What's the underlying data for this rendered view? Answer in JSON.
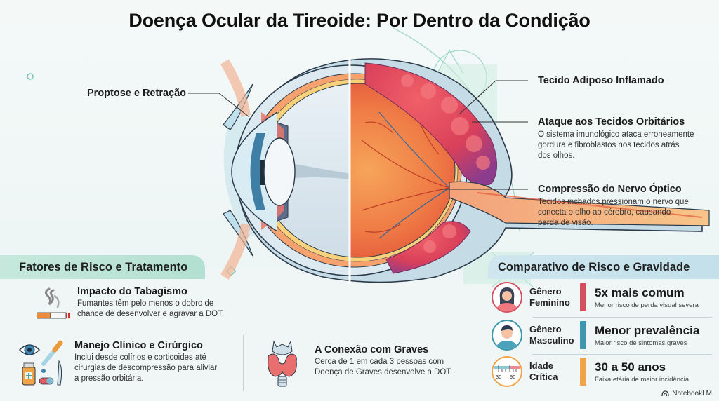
{
  "title": "Doença Ocular da Tireoide: Por Dentro da Condição",
  "diagram_labels": {
    "proptose": {
      "title": "Proptose e Retração"
    },
    "adipose": {
      "title": "Tecido Adiposo Inflamado"
    },
    "attack": {
      "title": "Ataque aos Tecidos Orbitários",
      "desc_lines": [
        "O sistema imunológico ataca erroneamente",
        "gordura e fibroblastos nos tecidos atrás",
        "dos olhos."
      ]
    },
    "nerve": {
      "title": "Compressão do Nervo Óptico",
      "desc_lines": [
        "Tecidos inchados pressionam o nervo que",
        "conecta o olho ao cérebro, causando",
        "perda de visão."
      ]
    }
  },
  "left_panel": {
    "heading": "Fatores de Risco e Tratamento",
    "items": [
      {
        "icon": "cigarette-icon",
        "title": "Impacto do Tabagismo",
        "desc_lines": [
          "Fumantes têm pelo menos o dobro de",
          "chance de desenvolver e agravar a DOT."
        ]
      },
      {
        "icon": "medical-treatment-icon",
        "title": "Manejo Clínico e Cirúrgico",
        "desc_lines": [
          "Inclui desde colírios e corticoides até",
          "cirurgias de descompressão para aliviar",
          "a pressão orbitária."
        ]
      },
      {
        "icon": "thyroid-icon",
        "title": "A Conexão com Graves",
        "desc_lines": [
          "Cerca de 1 em cada 3 pessoas com",
          "Doença de Graves desenvolve a DOT."
        ]
      }
    ]
  },
  "right_panel": {
    "heading": "Comparativo de Risco e Gravidade",
    "rows": [
      {
        "icon": "female-avatar-icon",
        "category_lines": [
          "Gênero",
          "Feminino"
        ],
        "value": "5x mais comum",
        "note": "Menor risco de perda visual severa",
        "color": "#d2505f"
      },
      {
        "icon": "male-avatar-icon",
        "category_lines": [
          "Gênero",
          "Masculino"
        ],
        "value": "Menor prevalência",
        "note": "Maior risco de sintomas graves",
        "color": "#3d98ad"
      },
      {
        "icon": "age-ruler-icon",
        "category_lines": [
          "Idade",
          "Crítica"
        ],
        "value": "30 a 50 anos",
        "note": "Faixa etária de maior incidência",
        "color": "#f0a347",
        "ruler_ticks": [
          "30",
          "90"
        ]
      }
    ]
  },
  "brand": "NotebookLM",
  "colors": {
    "teal_header": "#b3e0d1",
    "blue_header": "#c3e0ea",
    "female_red": "#d2505f",
    "male_teal": "#3d98ad",
    "age_orange": "#f0a347"
  }
}
